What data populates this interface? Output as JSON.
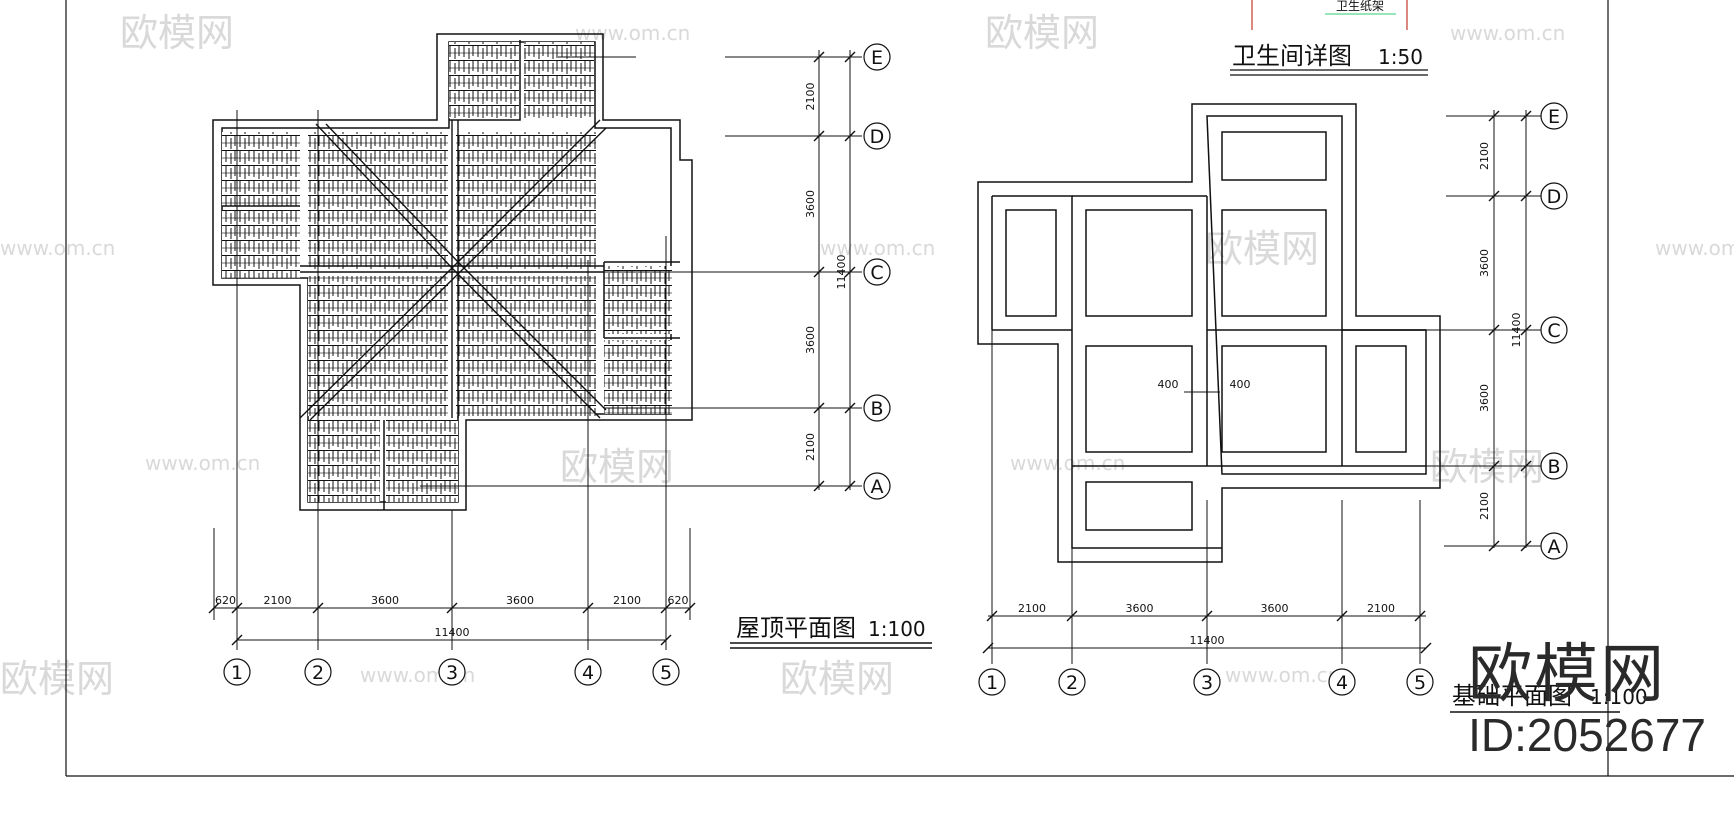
{
  "watermark": {
    "brand": "欧模网",
    "url": "www.om.cn",
    "id_label": "ID:2052677",
    "color": "#d9d9d9"
  },
  "drawing": {
    "line_color": "#111111",
    "left": {
      "title": "屋顶平面图",
      "scale": "1:100",
      "axis_x": [
        "1",
        "2",
        "3",
        "4",
        "5"
      ],
      "axis_y": [
        "A",
        "B",
        "C",
        "D",
        "E"
      ],
      "dims_x": [
        "620",
        "2100",
        "3600",
        "3600",
        "2100",
        "620"
      ],
      "total_x": "11400",
      "dims_y": [
        "2100",
        "3600",
        "3600",
        "2100"
      ],
      "total_y": "11400"
    },
    "right": {
      "title_top": "卫生间详图",
      "scale_top": "1:50",
      "note_top": "卫生纸架",
      "title_bottom": "基础平面图",
      "scale_bottom": "1:100",
      "axis_x": [
        "1",
        "2",
        "3",
        "4",
        "5"
      ],
      "axis_y": [
        "A",
        "B",
        "C",
        "D",
        "E"
      ],
      "dims_x": [
        "2100",
        "3600",
        "3600",
        "2100"
      ],
      "total_x": "11400",
      "dims_y": [
        "2100",
        "3600",
        "3600",
        "2100"
      ],
      "total_y": "11400",
      "footing_left": "400",
      "footing_right": "400"
    }
  }
}
